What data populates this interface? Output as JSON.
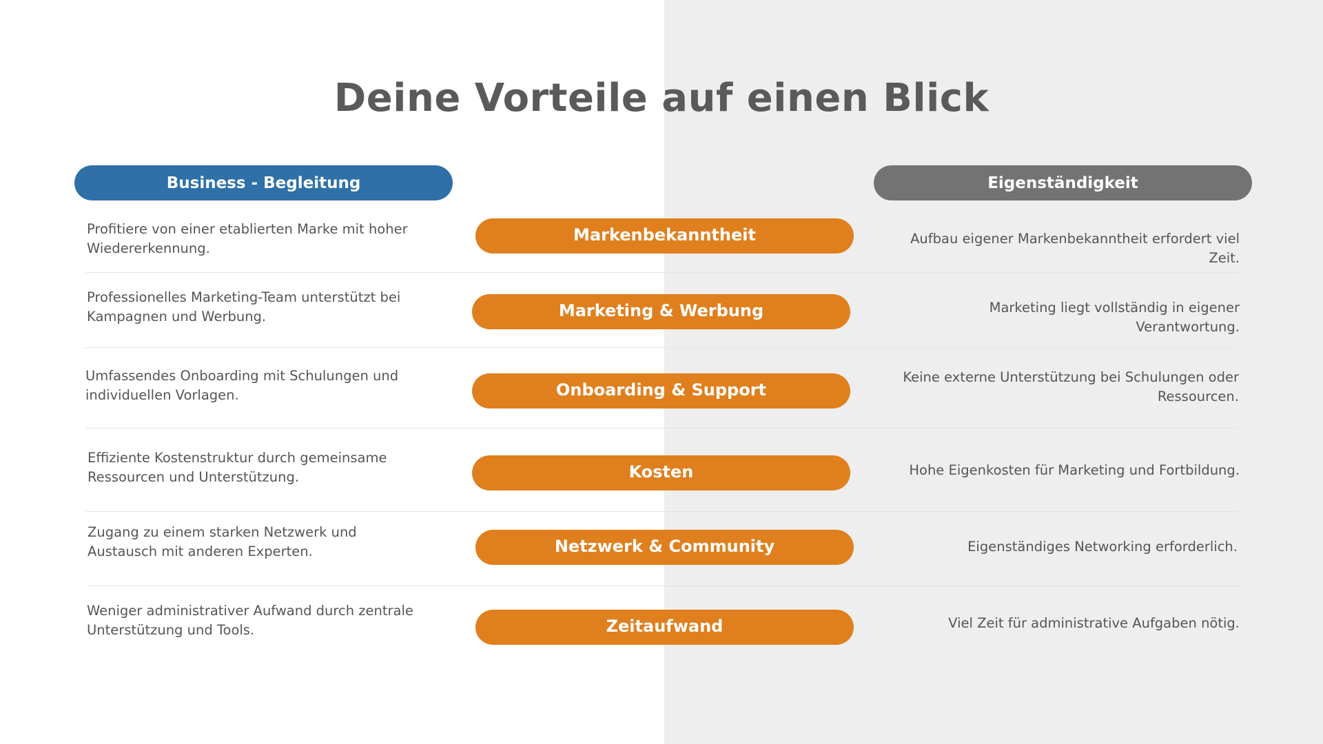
{
  "title": "Deine Vorteile auf einen Blick",
  "headers": {
    "left": "Business - Begleitung",
    "right": "Eigenständigkeit"
  },
  "rows": [
    {
      "left": "Profitiere von einer etablierten Marke mit hoher Wiedererkennung.",
      "center": "Markenbekanntheit",
      "right": "Aufbau eigener Markenbekanntheit erfordert viel Zeit."
    },
    {
      "left": "Professionelles Marketing-Team unterstützt bei Kampagnen und Werbung.",
      "center": "Marketing & Werbung",
      "right": "Marketing liegt vollständig in eigener Verantwortung."
    },
    {
      "left": "Umfassendes Onboarding mit Schulungen und individuellen Vorlagen.",
      "center": "Onboarding & Support",
      "right": "Keine externe Unterstützung bei Schulungen oder Ressourcen."
    },
    {
      "left": "Effiziente Kostenstruktur durch gemeinsame Ressourcen und Unterstützung.",
      "center": "Kosten",
      "right": "Hohe Eigenkosten für Marketing und Fortbildung."
    },
    {
      "left": "Zugang zu einem starken Netzwerk und Austausch mit anderen Experten.",
      "center": "Netzwerk & Community",
      "right": "Eigenständiges Networking erforderlich."
    },
    {
      "left": "Weniger administrativer Aufwand durch zentrale Unterstützung und Tools.",
      "center": "Zeitaufwand",
      "right": "Viel Zeit für administrative Aufgaben nötig."
    }
  ],
  "colors": {
    "left_header": "#2e70a7",
    "right_header": "#737373",
    "center_pill": "#e07f1d",
    "right_background": "#eeeeee"
  }
}
